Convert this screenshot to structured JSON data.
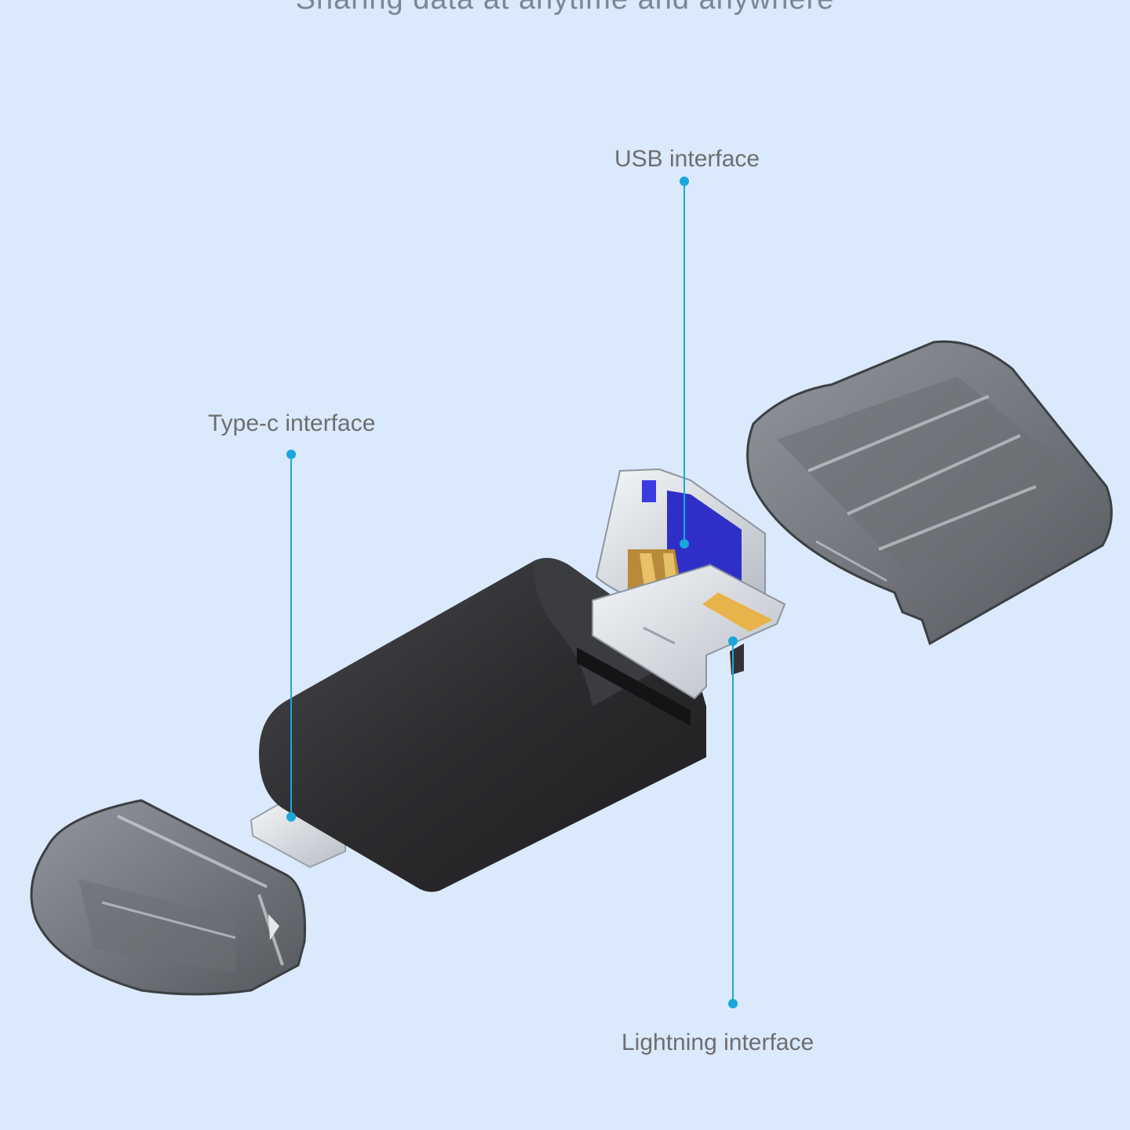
{
  "headline": "Sharing data at anytime and anywhere",
  "callouts": {
    "usb": "USB interface",
    "typec": "Type-c interface",
    "lightning": "Lightning interface"
  },
  "colors": {
    "background": "#dae9fc",
    "callout_line": "#1aa7dc",
    "body": "#2b2b2d",
    "cap": "#5f6368",
    "usb_tongue": "#2f2fc8",
    "lightning_pins": "#e8b34a"
  }
}
